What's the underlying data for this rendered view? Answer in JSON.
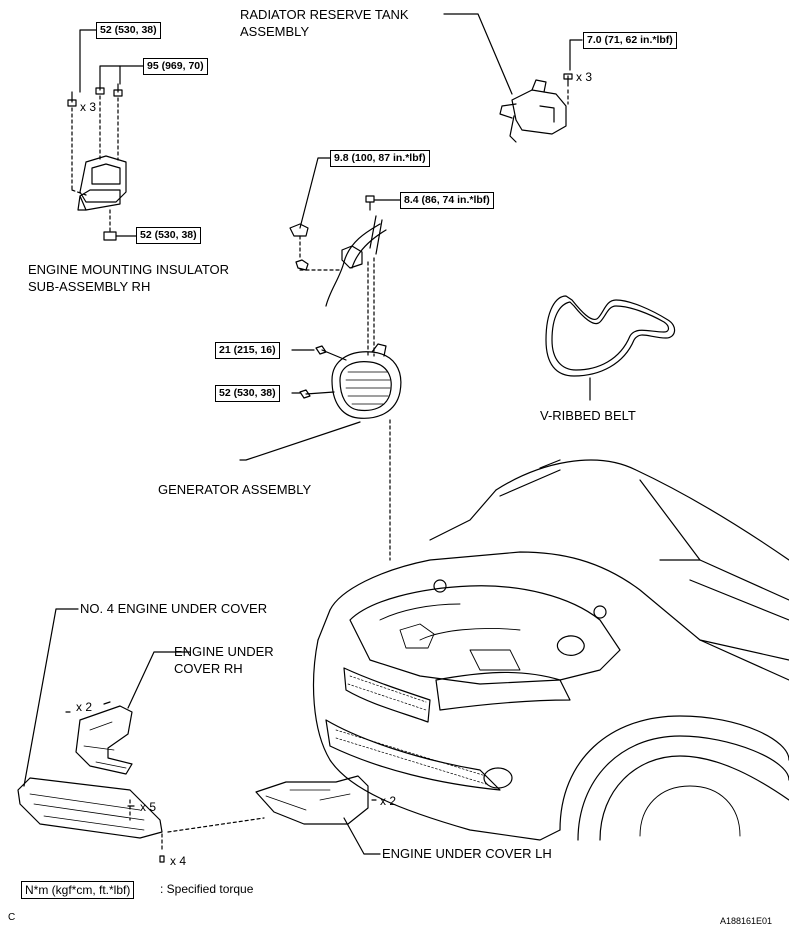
{
  "labels": {
    "radiator_tank": [
      "RADIATOR RESERVE TANK",
      "ASSEMBLY"
    ],
    "engine_mount": [
      "ENGINE MOUNTING INSULATOR",
      "SUB-ASSEMBLY RH"
    ],
    "v_belt": "V-RIBBED BELT",
    "generator": "GENERATOR ASSEMBLY",
    "no4_cover": "NO. 4 ENGINE UNDER COVER",
    "cover_rh": [
      "ENGINE UNDER",
      "COVER RH"
    ],
    "cover_lh": "ENGINE UNDER COVER LH"
  },
  "torques": {
    "mount_bolt_top": "52 (530, 38)",
    "mount_nut": "95 (969, 70)",
    "mount_bottom": "52 (530, 38)",
    "tank_bolt": "7.0 (71, 62 in.*lbf)",
    "gen_nut": "9.8 (100, 87 in.*lbf)",
    "gen_bolt_small": "8.4 (86, 74 in.*lbf)",
    "gen_bolt_upper": "21 (215, 16)",
    "gen_bolt_lower": "52 (530, 38)"
  },
  "quantities": {
    "mount_bolts": "x 3",
    "tank_bolts": "x 3",
    "cover_rh_clips": "x 2",
    "cover_lh_clips": "x 2",
    "no4_clips": "x 5",
    "no4_bolts": "x 4"
  },
  "legend": {
    "unit": "N*m (kgf*cm, ft.*lbf)",
    "text": ": Specified torque"
  },
  "corner_left": "C",
  "figure_id": "A188161E01"
}
